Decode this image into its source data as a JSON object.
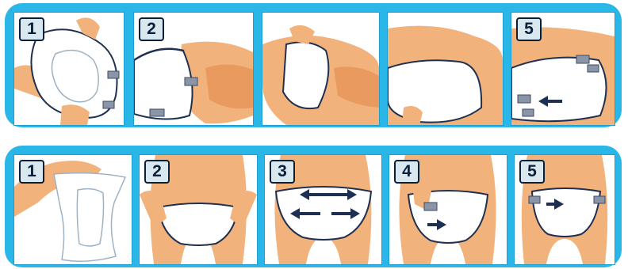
{
  "top_strip": {
    "steps": [
      {
        "number": "1"
      },
      {
        "number": "2"
      },
      {
        "number": ""
      },
      {
        "number": ""
      },
      {
        "number": "5"
      }
    ]
  },
  "bottom_strip": {
    "steps": [
      {
        "number": "1"
      },
      {
        "number": "2"
      },
      {
        "number": "3"
      },
      {
        "number": "4"
      },
      {
        "number": "5"
      }
    ]
  },
  "colors": {
    "frame": "#2bb6e8",
    "skin": "#f2b27c",
    "product": "#ffffff",
    "tape": "#8a96a8",
    "arrow": "#1d2f52"
  }
}
